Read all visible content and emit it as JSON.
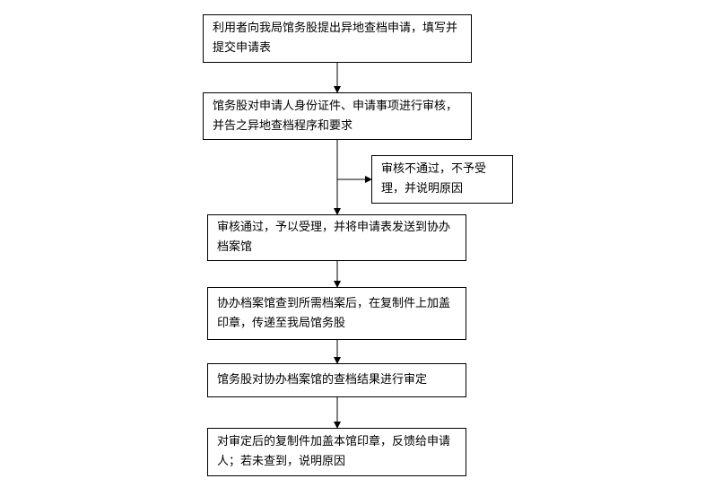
{
  "steps": [
    {
      "id": "step-1",
      "text": "利用者向我局馆务股提出异地查档申请，填写并提交申请表"
    },
    {
      "id": "step-2",
      "text": "馆务股对申请人身份证件、申请事项进行审核，并告之异地查档程序和要求"
    },
    {
      "id": "branch-reject",
      "text": "审核不通过，不予受理，并说明原因"
    },
    {
      "id": "step-3",
      "text": "审核通过，予以受理，并将申请表发送到协办档案馆"
    },
    {
      "id": "step-4",
      "text": "协办档案馆查到所需档案后，在复制件上加盖印章，传递至我局馆务股"
    },
    {
      "id": "step-5",
      "text": "馆务股对协办档案馆的查档结果进行审定"
    },
    {
      "id": "step-6",
      "text": "对审定后的复制件加盖本馆印章，反馈给申请人；若未查到，说明原因"
    }
  ],
  "colors": {
    "stroke": "#000000",
    "fill": "#ffffff",
    "text": "#000000"
  }
}
